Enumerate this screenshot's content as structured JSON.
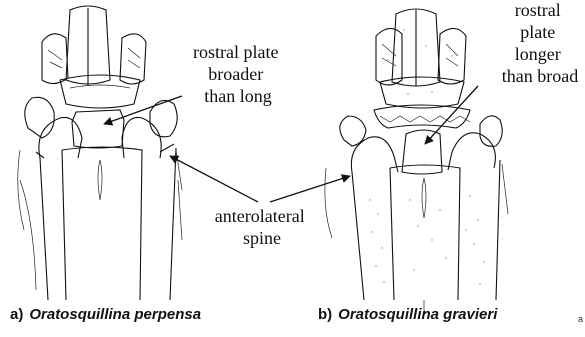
{
  "labels": {
    "rostral_a": [
      "rostral plate",
      "broader",
      "than long"
    ],
    "rostral_b": [
      "rostral",
      "plate",
      "longer",
      "than broad"
    ],
    "spine": [
      "anterolateral",
      "spine"
    ]
  },
  "captions": {
    "a_letter": "a)",
    "a_species": "Oratosquillina perpensa",
    "b_letter": "b)",
    "b_species": "Oratosquillina gravieri",
    "stray": "a"
  }
}
